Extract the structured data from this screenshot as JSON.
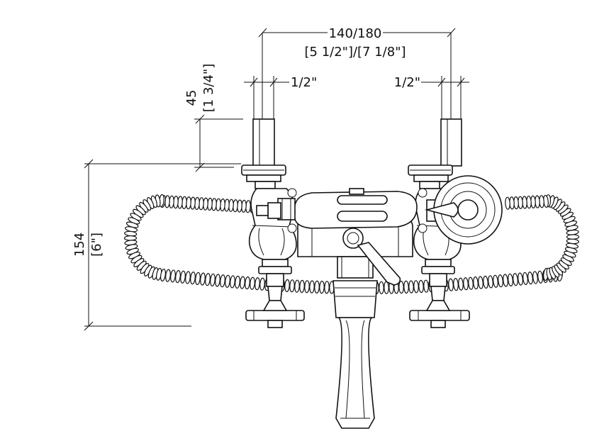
{
  "dimensions": {
    "width_mm": "140/180",
    "width_in": "[5 1/2\"]/[7 1/8\"]",
    "left_pipe": "1/2\"",
    "right_pipe": "1/2\"",
    "height_mm": "45",
    "height_in": "[1 3/4\"]",
    "depth_mm": "154",
    "depth_in": "[6\"]"
  }
}
